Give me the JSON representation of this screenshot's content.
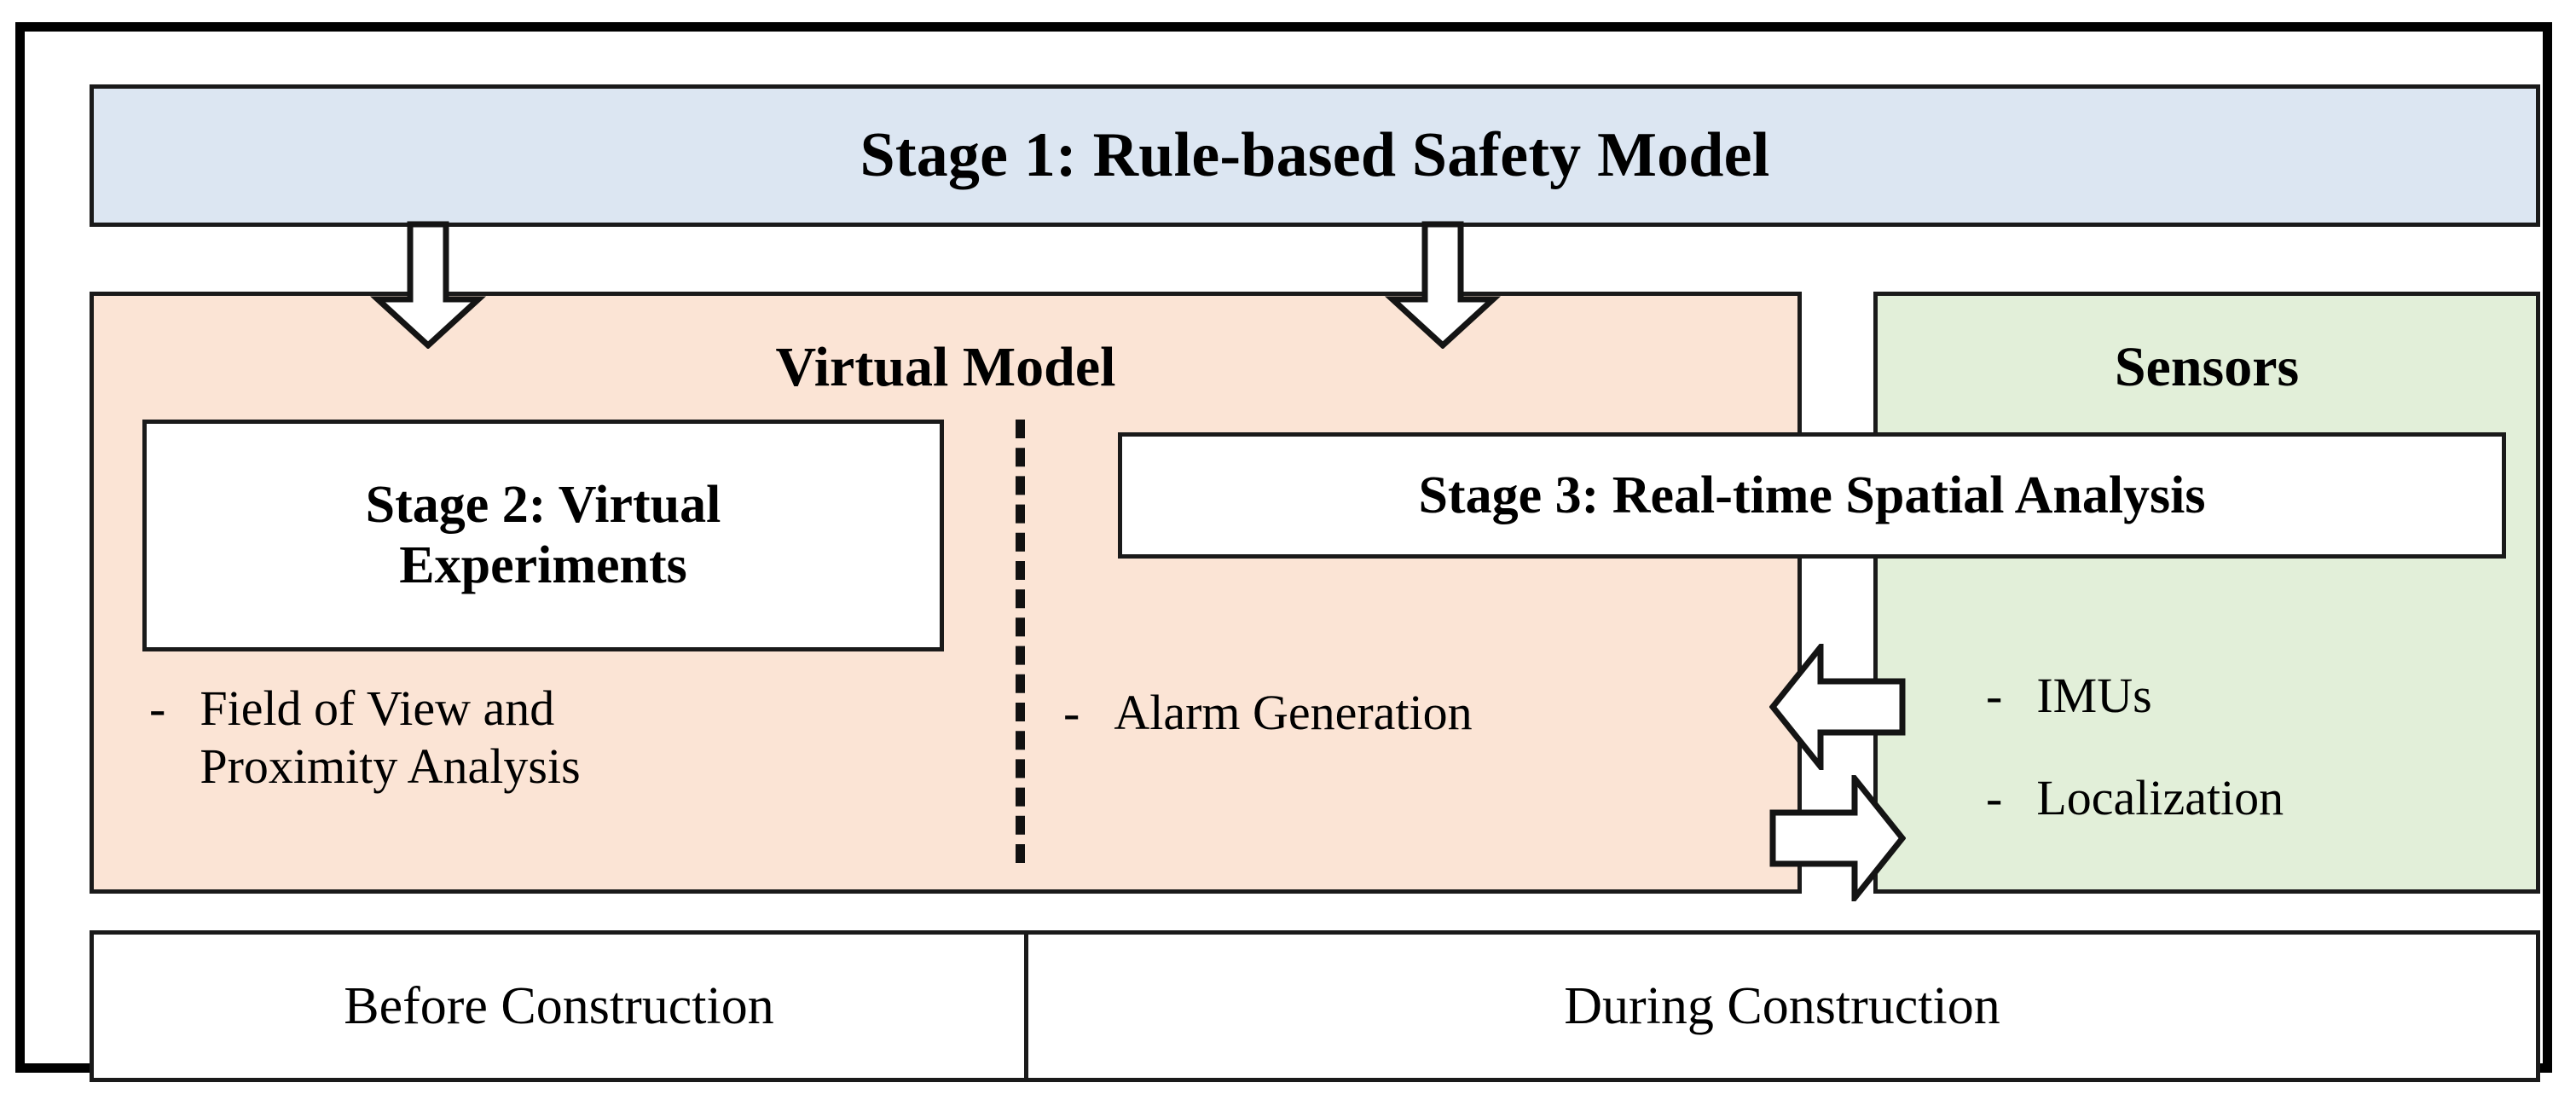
{
  "diagram": {
    "title": "Three-stage construction safety framework",
    "colors": {
      "stage1_fill": "#dce6f2",
      "virtual_model_fill": "#fbe4d5",
      "sensors_fill": "#e2efd9",
      "box_fill": "#ffffff",
      "stroke": "#1a1a1a"
    },
    "stage1": {
      "label": "Stage 1: Rule-based Safety Model"
    },
    "virtual_model": {
      "label": "Virtual Model",
      "stage2": {
        "line1": "Stage 2: Virtual",
        "line2": "Experiments"
      },
      "stage2_bullet": {
        "marker": "-",
        "text": "Field of View and\nProximity Analysis"
      },
      "stage3": {
        "label": "Stage 3: Real-time Spatial Analysis"
      },
      "stage3_bullet": {
        "marker": "-",
        "text": "Alarm Generation"
      }
    },
    "sensors": {
      "label": "Sensors",
      "items": [
        {
          "marker": "-",
          "text": "IMUs"
        },
        {
          "marker": "-",
          "text": "Localization"
        }
      ]
    },
    "timeline": {
      "before": "Before Construction",
      "during": "During Construction"
    },
    "connectors": [
      {
        "name": "stage1-to-virtual-model-left",
        "direction": "down"
      },
      {
        "name": "stage1-to-virtual-model-right",
        "direction": "down"
      },
      {
        "name": "sensors-to-alarm",
        "direction": "left"
      },
      {
        "name": "alarm-to-sensors",
        "direction": "right"
      }
    ]
  }
}
